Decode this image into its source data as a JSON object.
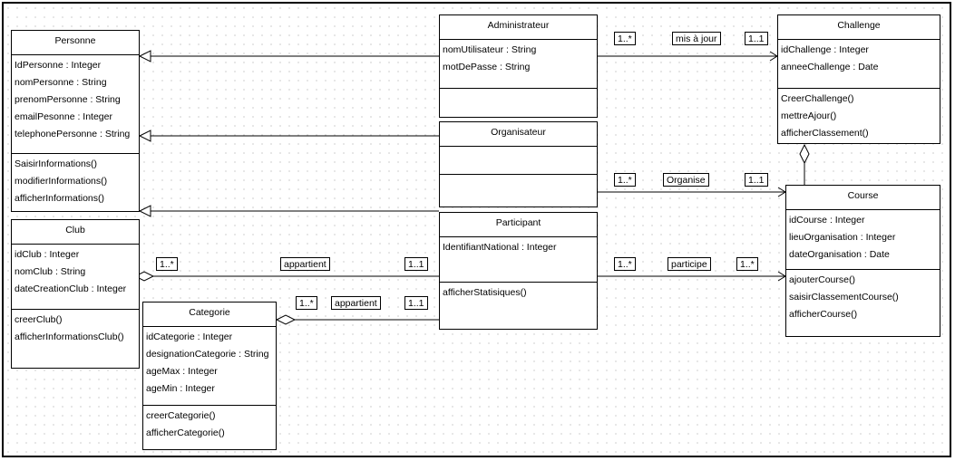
{
  "classes": {
    "personne": {
      "name": "Personne",
      "attributes": [
        "IdPersonne : Integer",
        "nomPersonne : String",
        "prenomPersonne : String",
        "emailPesonne : Integer",
        "telephonePersonne : String"
      ],
      "operations": [
        "SaisirInformations()",
        "modifierInformations()",
        "afficherInformations()"
      ]
    },
    "administrateur": {
      "name": "Administrateur",
      "attributes": [
        "nomUtilisateur : String",
        "motDePasse : String"
      ],
      "operations": []
    },
    "challenge": {
      "name": "Challenge",
      "attributes": [
        "idChallenge : Integer",
        "anneeChallenge : Date"
      ],
      "operations": [
        "CreerChallenge()",
        "mettreAjour()",
        "afficherClassement()"
      ]
    },
    "organisateur": {
      "name": "Organisateur",
      "attributes": [],
      "operations": []
    },
    "course": {
      "name": "Course",
      "attributes": [
        "idCourse : Integer",
        "lieuOrganisation : Integer",
        "dateOrganisation : Date"
      ],
      "operations": [
        "ajouterCourse()",
        "saisirClassementCourse()",
        "afficherCourse()"
      ]
    },
    "club": {
      "name": "Club",
      "attributes": [
        "idClub : Integer",
        "nomClub : String",
        "dateCreationClub : Integer"
      ],
      "operations": [
        "creerClub()",
        "afficherInformationsClub()"
      ]
    },
    "participant": {
      "name": "Participant",
      "attributes": [
        "IdentifiantNational : Integer"
      ],
      "operations": [
        "afficherStatisiques()"
      ]
    },
    "categorie": {
      "name": "Categorie",
      "attributes": [
        "idCategorie : Integer",
        "designationCategorie : String",
        "ageMax : Integer",
        "ageMin : Integer"
      ],
      "operations": [
        "creerCategorie()",
        "afficherCategorie()"
      ]
    }
  },
  "labels": {
    "admin_mult": "1..*",
    "misajour": "mis à jour",
    "challenge_mult": "1..1",
    "org_mult": "1..*",
    "organise": "Organise",
    "course_org_mult": "1..1",
    "club_mult": "1..*",
    "appartient_club": "appartient",
    "participant_club_mult": "1..1",
    "part_course_mult": "1..*",
    "participe": "participe",
    "course_part_mult": "1..*",
    "categorie_mult": "1..*",
    "appartient_cat": "appartient",
    "participant_cat_mult": "1..1"
  }
}
